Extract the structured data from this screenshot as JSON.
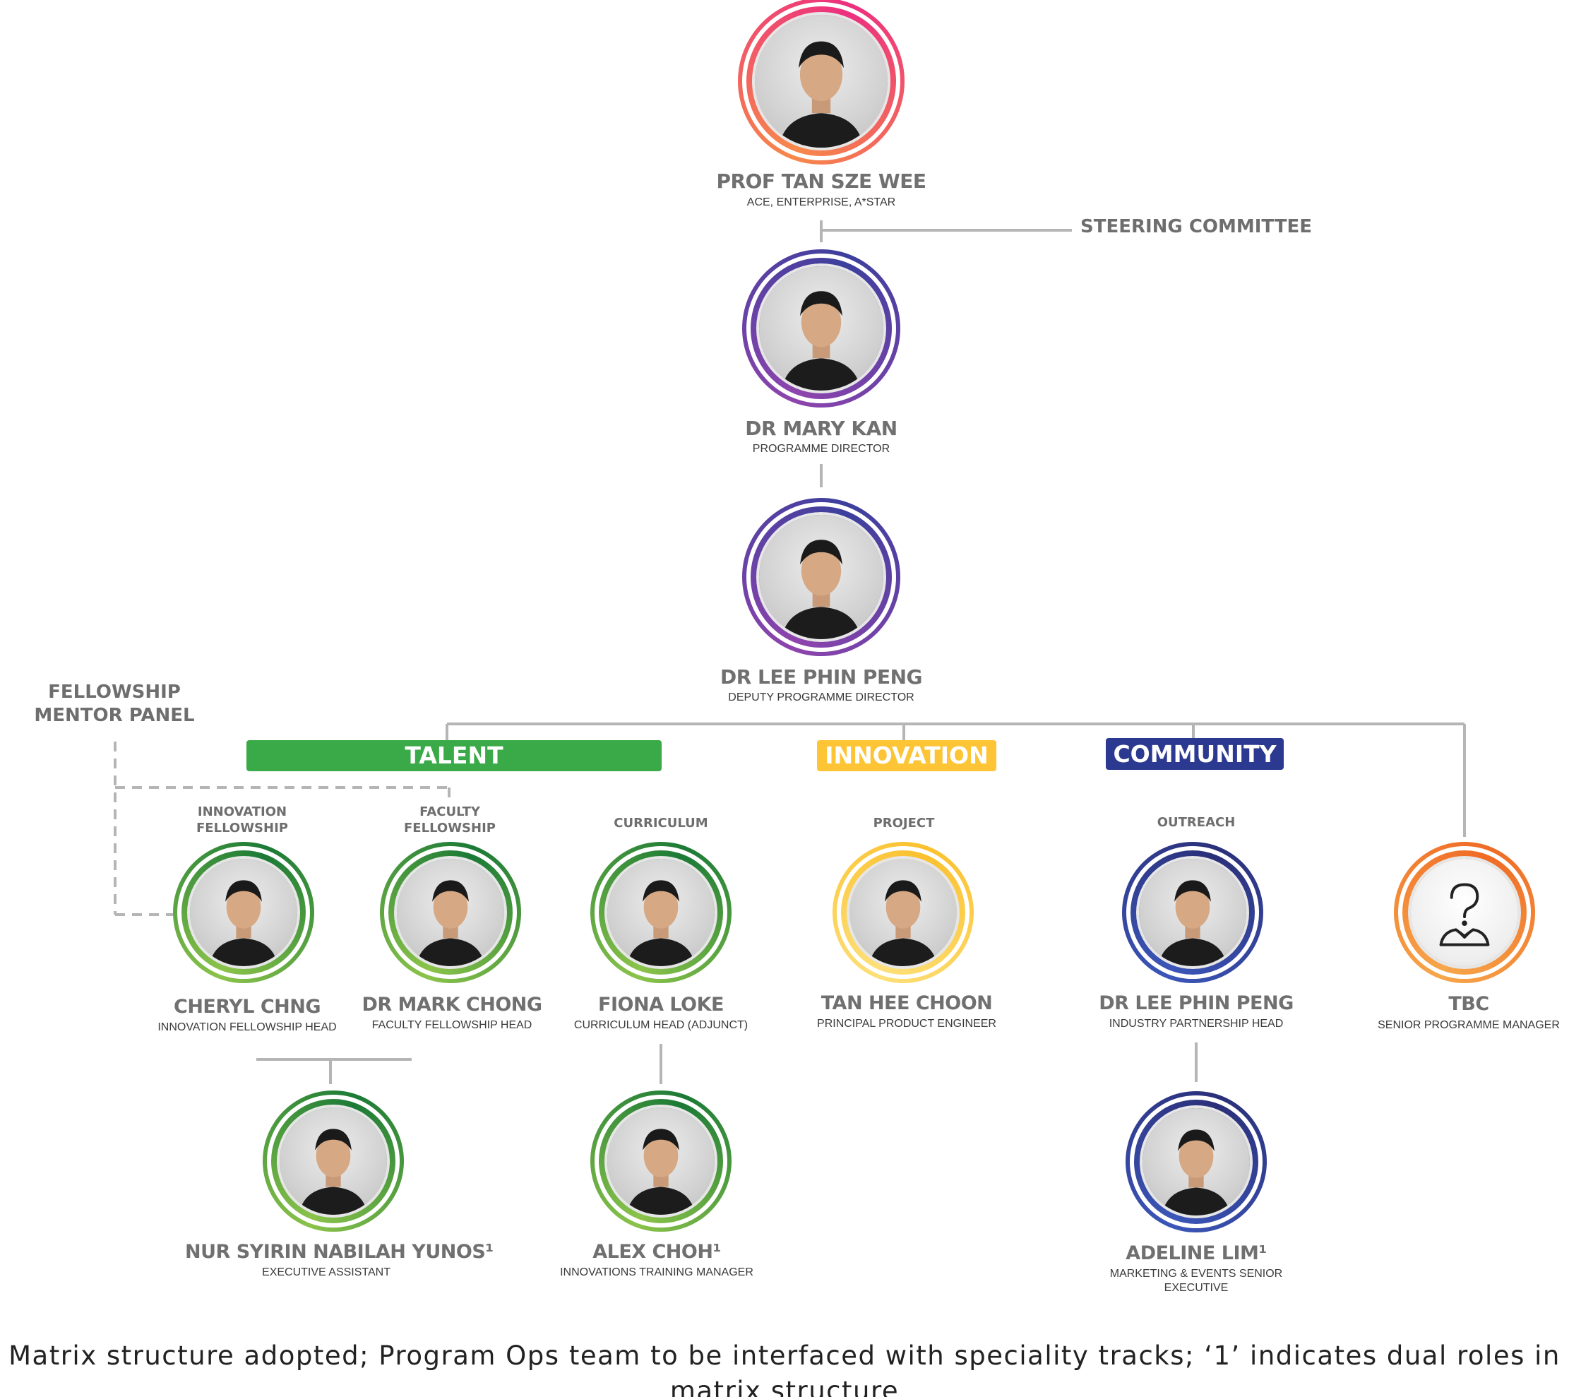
{
  "top": {
    "name": "PROF TAN SZE WEE",
    "role": "ACE, ENTERPRISE, A*STAR"
  },
  "steering": "STEERING COMMITTEE",
  "director": {
    "name": "DR MARY KAN",
    "role": "PROGRAMME DIRECTOR"
  },
  "deputy": {
    "name": "DR LEE PHIN PENG",
    "role": "DEPUTY PROGRAMME DIRECTOR"
  },
  "mentor_panel": "FELLOWSHIP MENTOR PANEL",
  "tracks": {
    "talent": {
      "label": "TALENT",
      "color": "#3aaa48"
    },
    "innovation": {
      "label": "INNOVATION",
      "color": "#fdc535"
    },
    "community": {
      "label": "COMMUNITY",
      "color": "#2b3990"
    }
  },
  "subtracks": {
    "innovation_fellowship": "INNOVATION FELLOWSHIP",
    "faculty_fellowship": "FACULTY FELLOWSHIP",
    "curriculum": "CURRICULUM",
    "project": "PROJECT",
    "outreach": "OUTREACH"
  },
  "members": {
    "cheryl": {
      "name": "CHERYL CHNG",
      "role": "INNOVATION FELLOWSHIP HEAD"
    },
    "mark": {
      "name": "DR MARK CHONG",
      "role": "FACULTY FELLOWSHIP HEAD"
    },
    "fiona": {
      "name": "FIONA LOKE",
      "role": "CURRICULUM HEAD (ADJUNCT)"
    },
    "tanhee": {
      "name": "TAN HEE CHOON",
      "role": "PRINCIPAL PRODUCT ENGINEER"
    },
    "lee2": {
      "name": "DR LEE PHIN PENG",
      "role": "INDUSTRY PARTNERSHIP HEAD"
    },
    "tbc": {
      "name": "TBC",
      "role": "SENIOR PROGRAMME MANAGER"
    },
    "nur": {
      "name": "NUR SYIRIN NABILAH YUNOS¹",
      "role": "EXECUTIVE ASSISTANT"
    },
    "alex": {
      "name": "ALEX CHOH¹",
      "role": "INNOVATIONS TRAINING MANAGER"
    },
    "adeline": {
      "name": "ADELINE LIM¹",
      "role_line1": "MARKETING & EVENTS SENIOR",
      "role_line2": "EXECUTIVE"
    }
  },
  "caption_line1": "Matrix structure adopted; Program Ops team to be interfaced with speciality tracks; ‘1’ indicates dual roles in",
  "caption_line2": "matrix structure",
  "colors": {
    "top_ring": [
      "#f7894a",
      "#ec2f7f"
    ],
    "purple_ring": [
      "#8e44ad",
      "#3c3f9d"
    ],
    "green_ring": [
      "#8bc34a",
      "#1b7a36"
    ],
    "yellow_ring": [
      "#fde07a",
      "#fbc02d"
    ],
    "blue_ring": [
      "#3b56b8",
      "#2b2f78"
    ],
    "orange_ring": [
      "#f7a64a",
      "#ef6a25"
    ],
    "lines": "#b5b5b5"
  },
  "icons": {
    "tbc": "question-person-icon"
  }
}
